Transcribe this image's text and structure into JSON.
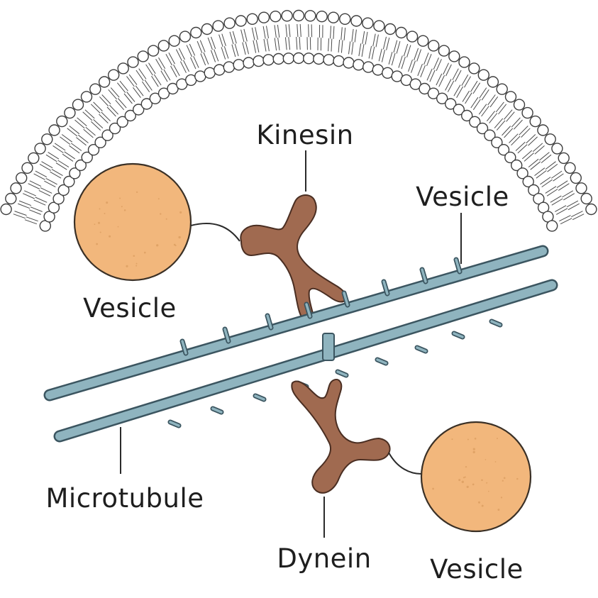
{
  "labels": {
    "kinesin": "Kinesin",
    "dynein": "Dynein",
    "microtubule": "Microtubule",
    "vesicle_left": "Vesicle",
    "vesicle_top_right": "Vesicle",
    "vesicle_bottom_right": "Vesicle"
  },
  "colors": {
    "microtubule_fill": "#8fb4bf",
    "microtubule_outline": "#3b5560",
    "motor_fill": "#a06a50",
    "vesicle_fill": "#f2b77c",
    "vesicle_speckle": "#d99a5c",
    "membrane_outline": "#3d3d3d"
  }
}
